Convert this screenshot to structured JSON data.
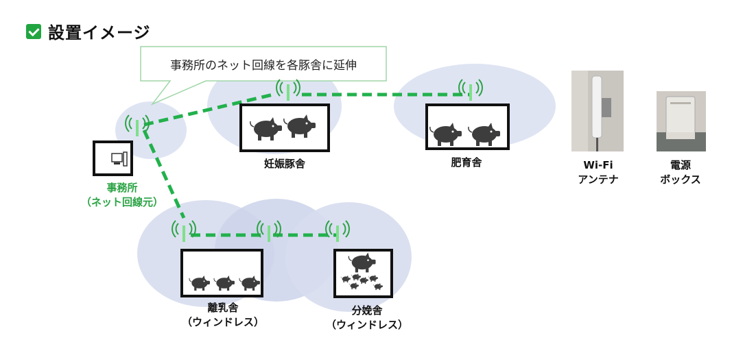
{
  "header": {
    "title": "設置イメージ"
  },
  "callout": {
    "text": "事務所のネット回線を各豚舎に延伸"
  },
  "office": {
    "line1": "事務所",
    "line2": "（ネット回線元）"
  },
  "buildings": {
    "gestation": "妊娠豚舎",
    "fattening": "肥育舎",
    "weaning": {
      "line1": "離乳舎",
      "line2": "（ウィンドレス）"
    },
    "farrowing": {
      "line1": "分娩舎",
      "line2": "（ウィンドレス）"
    }
  },
  "equipment": {
    "antenna": {
      "line1": "Wi-Fi",
      "line2": "アンテナ"
    },
    "power": {
      "line1": "電源",
      "line2": "ボックス"
    }
  },
  "colors": {
    "accent": "#21a541",
    "link": "#22b14c",
    "coverage": "#dfe4f3"
  }
}
